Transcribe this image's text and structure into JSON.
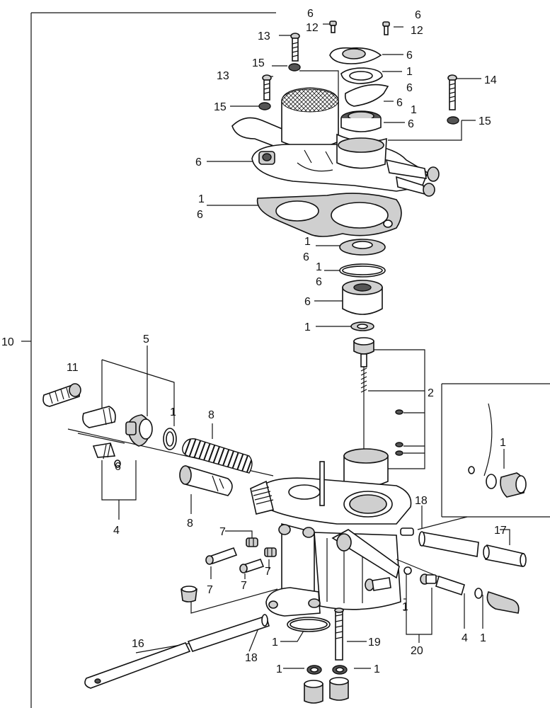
{
  "callouts": [
    {
      "text": "6"
    },
    {
      "text": "12"
    },
    {
      "text": "6"
    },
    {
      "text": "12"
    },
    {
      "text": "13"
    },
    {
      "text": "6"
    },
    {
      "text": "15"
    },
    {
      "text": "1"
    },
    {
      "text": "13"
    },
    {
      "text": "6"
    },
    {
      "text": "14"
    },
    {
      "text": "6"
    },
    {
      "text": "15"
    },
    {
      "text": "1"
    },
    {
      "text": "6"
    },
    {
      "text": "15"
    },
    {
      "text": "6"
    },
    {
      "text": "1"
    },
    {
      "text": "6"
    },
    {
      "text": "1"
    },
    {
      "text": "6"
    },
    {
      "text": "1"
    },
    {
      "text": "6"
    },
    {
      "text": "6"
    },
    {
      "text": "1"
    },
    {
      "text": "10"
    },
    {
      "text": "5"
    },
    {
      "text": "11"
    },
    {
      "text": "1"
    },
    {
      "text": "8"
    },
    {
      "text": "2"
    },
    {
      "text": "6"
    },
    {
      "text": "4"
    },
    {
      "text": "8"
    },
    {
      "text": "1"
    },
    {
      "text": "18"
    },
    {
      "text": "7"
    },
    {
      "text": "17"
    },
    {
      "text": "7"
    },
    {
      "text": "7"
    },
    {
      "text": "7"
    },
    {
      "text": "1"
    },
    {
      "text": "4"
    },
    {
      "text": "1"
    },
    {
      "text": "16"
    },
    {
      "text": "1"
    },
    {
      "text": "19"
    },
    {
      "text": "18"
    },
    {
      "text": "20"
    },
    {
      "text": "1"
    },
    {
      "text": "1"
    }
  ]
}
